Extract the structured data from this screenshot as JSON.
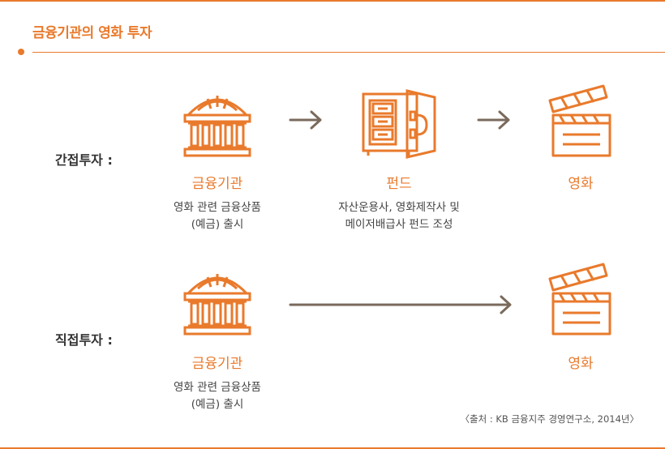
{
  "title": "금융기관의 영화 투자",
  "rows": [
    {
      "label": "간접투자 :",
      "nodes": [
        {
          "title": "금융기관",
          "desc": [
            "영화 관련 금융상품",
            "(예금) 출시"
          ],
          "icon": "bank-icon"
        },
        {
          "title": "펀드",
          "desc": [
            "자산운용사, 영화제작사 및",
            "메이저배급사 펀드 조성"
          ],
          "icon": "safe-icon"
        },
        {
          "title": "영화",
          "icon": "clapperboard-icon"
        }
      ]
    },
    {
      "label": "직접투자 :",
      "nodes": [
        {
          "title": "금융기관",
          "desc": [
            "영화 관련 금융상품",
            "(예금) 출시"
          ],
          "icon": "bank-icon"
        },
        {
          "title": "영화",
          "icon": "clapperboard-icon"
        }
      ]
    }
  ],
  "source": "〈출처 : KB 금융지주 경영연구소, 2014년〉",
  "colors": {
    "accent": "#e97a2c",
    "arrow": "#7a6a5c",
    "text": "#333333"
  }
}
